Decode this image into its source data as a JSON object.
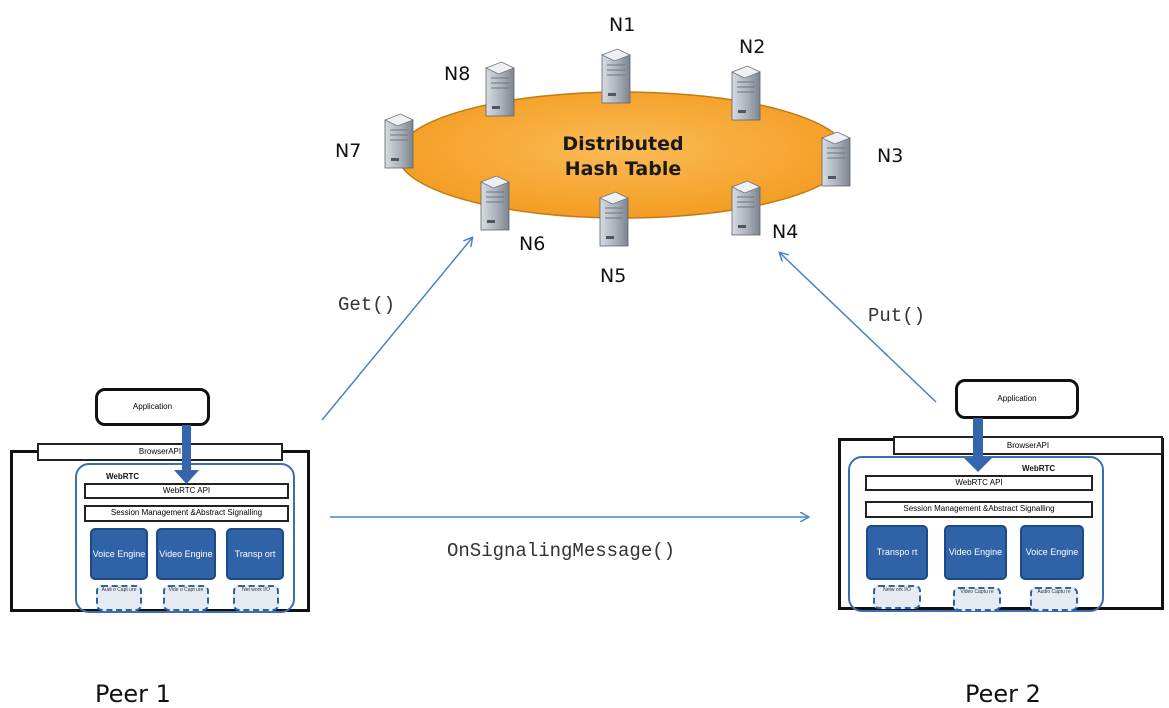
{
  "ring": {
    "title_line1": "Distributed",
    "title_line2": "Hash Table"
  },
  "nodes": [
    "N1",
    "N2",
    "N3",
    "N4",
    "N5",
    "N6",
    "N7",
    "N8"
  ],
  "calls": {
    "get": "Get()",
    "put": "Put()",
    "signal": "OnSignalingMessage()"
  },
  "peer1": {
    "label": "Peer 1",
    "application": "Application",
    "browser_api": "BrowserAPI",
    "webrtc": "WebRTC",
    "webrtc_api": "WebRTC API",
    "session": "Session Management &Abstract Signalling",
    "engines": [
      "Voice Engine",
      "Video Engine",
      "Transp ort"
    ],
    "captures": [
      "Audi o Capt ure",
      "Vide o Capt ure",
      "Net work I/O"
    ]
  },
  "peer2": {
    "label": "Peer 2",
    "application": "Application",
    "browser_api": "BrowserAPI",
    "webrtc": "WebRTC",
    "webrtc_api": "WebRTC API",
    "session": "Session Management &Abstract Signalling",
    "engines": [
      "Transpo rt",
      "Video Engine",
      "Voice Engine"
    ],
    "captures": [
      "Netw ork I/O",
      "Video Captu re",
      "Audio Captu re"
    ]
  },
  "colors": {
    "ring_fill": "#f7a834",
    "ring_stroke": "#c27a14",
    "arrow": "#4a82c8",
    "engine": "#2f62a6"
  }
}
